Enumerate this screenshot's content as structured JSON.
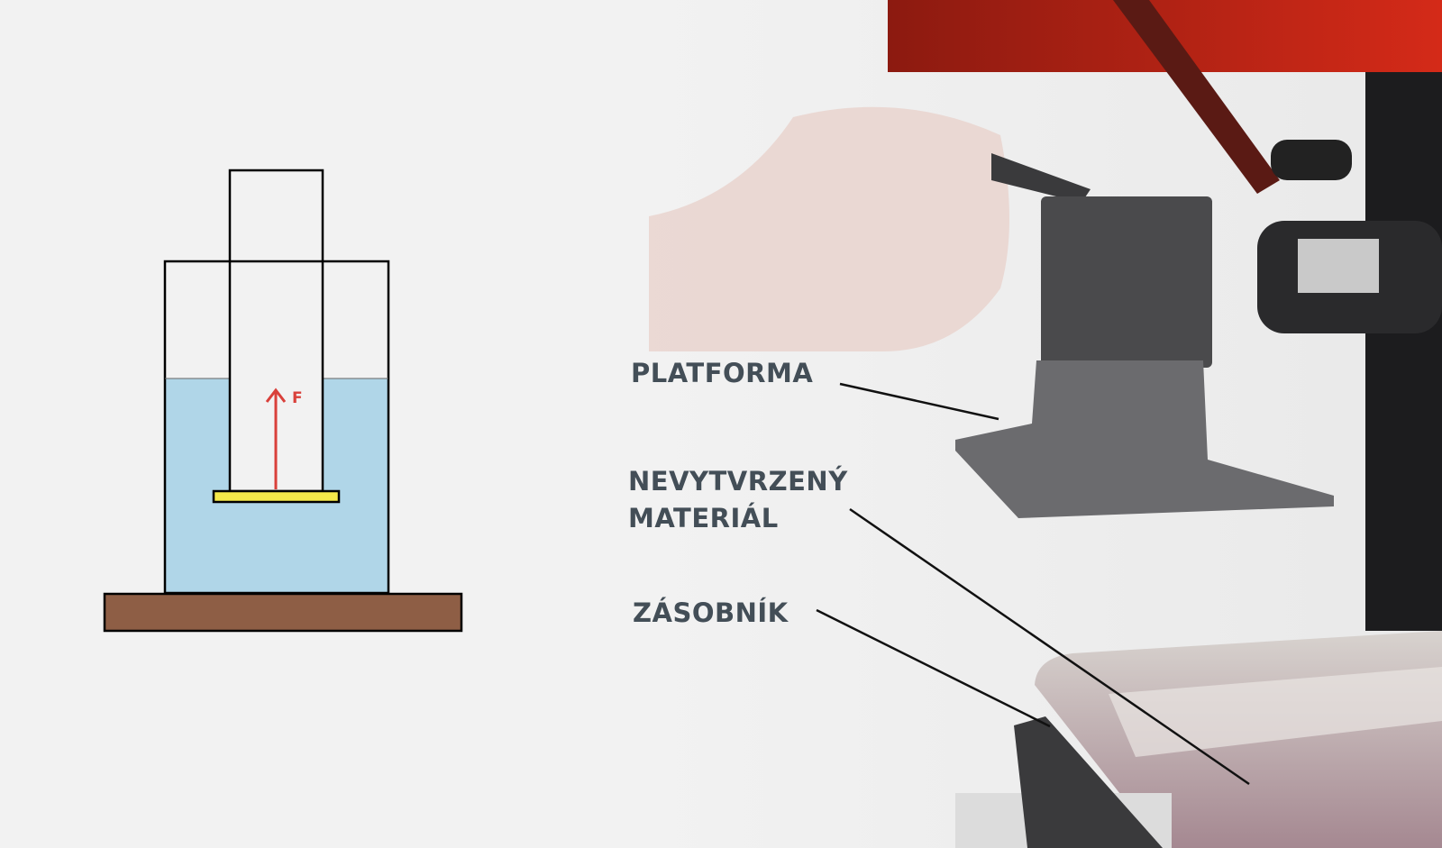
{
  "diagram": {
    "force_label": "F",
    "colors": {
      "liquid": "#b0d6e8",
      "platform": "#f5e94a",
      "base": "#8e5e45",
      "arrow": "#d9403a",
      "label": "#434e57"
    }
  },
  "labels": {
    "platform": "PLATFORMA",
    "uncured_line1": "NEVYTVRZENÝ",
    "uncured_line2": "MATERIÁL",
    "tank": "ZÁSOBNÍK"
  }
}
